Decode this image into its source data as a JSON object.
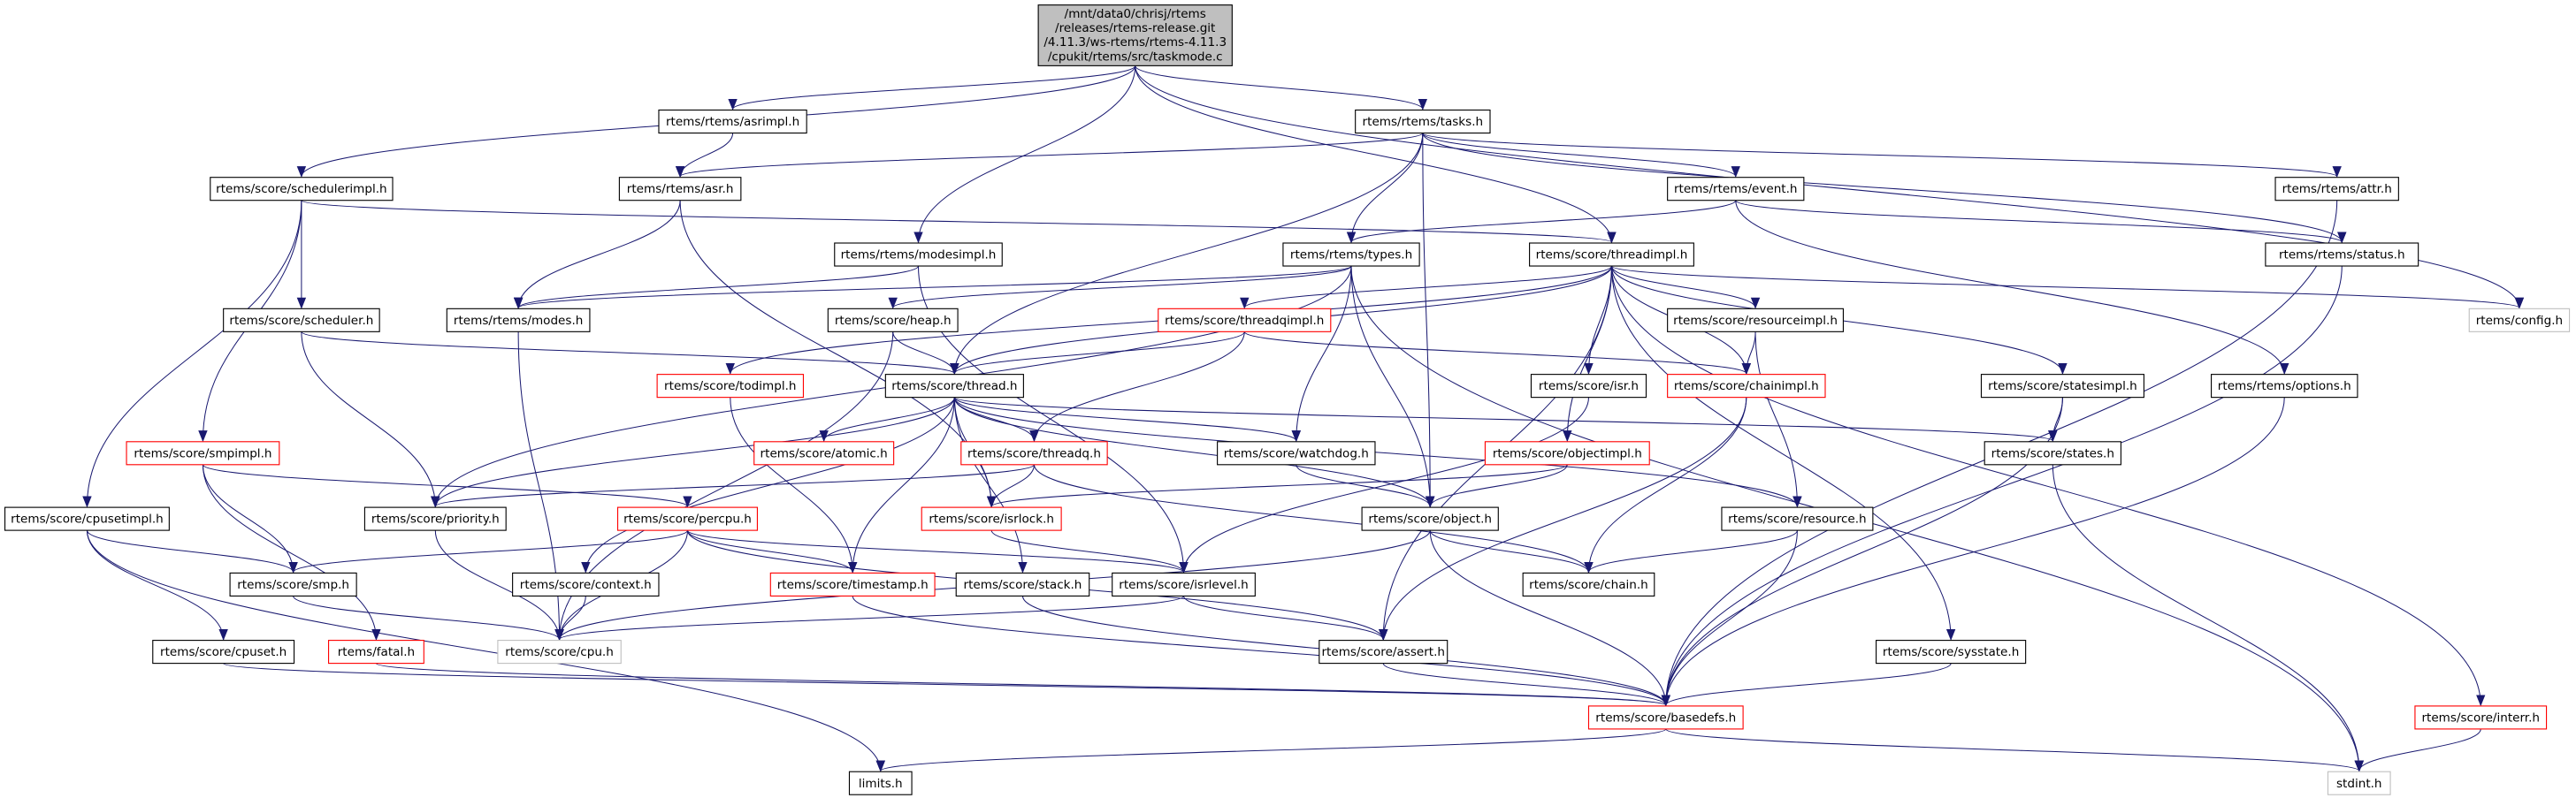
{
  "colors": {
    "edge": "#191970",
    "root_fill": "#bfbfbf",
    "red_border": "#ff0000",
    "gray_border": "#bfbfbf",
    "black_border": "#000000"
  },
  "root": {
    "id": "root",
    "label_lines": [
      "/mnt/data0/chrisj/rtems",
      "/releases/rtems-release.git",
      "/4.11.3/ws-rtems/rtems-4.11.3",
      "/cpukit/rtems/src/taskmode.c"
    ]
  },
  "nodes": [
    {
      "id": "asrimpl",
      "label": "rtems/rtems/asrimpl.h",
      "border": "black"
    },
    {
      "id": "tasks",
      "label": "rtems/rtems/tasks.h",
      "border": "black"
    },
    {
      "id": "schedulerimpl",
      "label": "rtems/score/schedulerimpl.h",
      "border": "black"
    },
    {
      "id": "asr",
      "label": "rtems/rtems/asr.h",
      "border": "black"
    },
    {
      "id": "event",
      "label": "rtems/rtems/event.h",
      "border": "black"
    },
    {
      "id": "attr",
      "label": "rtems/rtems/attr.h",
      "border": "black"
    },
    {
      "id": "modesimpl",
      "label": "rtems/rtems/modesimpl.h",
      "border": "black"
    },
    {
      "id": "types",
      "label": "rtems/rtems/types.h",
      "border": "black"
    },
    {
      "id": "threadimpl",
      "label": "rtems/score/threadimpl.h",
      "border": "black"
    },
    {
      "id": "status",
      "label": "rtems/rtems/status.h",
      "border": "black"
    },
    {
      "id": "scheduler",
      "label": "rtems/score/scheduler.h",
      "border": "black"
    },
    {
      "id": "modes",
      "label": "rtems/rtems/modes.h",
      "border": "black"
    },
    {
      "id": "heap",
      "label": "rtems/score/heap.h",
      "border": "black"
    },
    {
      "id": "threadqimpl",
      "label": "rtems/score/threadqimpl.h",
      "border": "red"
    },
    {
      "id": "resourceimpl",
      "label": "rtems/score/resourceimpl.h",
      "border": "black"
    },
    {
      "id": "config",
      "label": "rtems/config.h",
      "border": "gray"
    },
    {
      "id": "todimpl",
      "label": "rtems/score/todimpl.h",
      "border": "red"
    },
    {
      "id": "thread",
      "label": "rtems/score/thread.h",
      "border": "black"
    },
    {
      "id": "isr",
      "label": "rtems/score/isr.h",
      "border": "black"
    },
    {
      "id": "chainimpl",
      "label": "rtems/score/chainimpl.h",
      "border": "red"
    },
    {
      "id": "statesimpl",
      "label": "rtems/score/statesimpl.h",
      "border": "black"
    },
    {
      "id": "options",
      "label": "rtems/rtems/options.h",
      "border": "black"
    },
    {
      "id": "smpimpl",
      "label": "rtems/score/smpimpl.h",
      "border": "red"
    },
    {
      "id": "atomic",
      "label": "rtems/score/atomic.h",
      "border": "red"
    },
    {
      "id": "threadq",
      "label": "rtems/score/threadq.h",
      "border": "red"
    },
    {
      "id": "watchdog",
      "label": "rtems/score/watchdog.h",
      "border": "black"
    },
    {
      "id": "objectimpl",
      "label": "rtems/score/objectimpl.h",
      "border": "red"
    },
    {
      "id": "states",
      "label": "rtems/score/states.h",
      "border": "black"
    },
    {
      "id": "cpusetimpl",
      "label": "rtems/score/cpusetimpl.h",
      "border": "black"
    },
    {
      "id": "priority",
      "label": "rtems/score/priority.h",
      "border": "black"
    },
    {
      "id": "percpu",
      "label": "rtems/score/percpu.h",
      "border": "red"
    },
    {
      "id": "isrlock",
      "label": "rtems/score/isrlock.h",
      "border": "red"
    },
    {
      "id": "object",
      "label": "rtems/score/object.h",
      "border": "black"
    },
    {
      "id": "resource",
      "label": "rtems/score/resource.h",
      "border": "black"
    },
    {
      "id": "smp",
      "label": "rtems/score/smp.h",
      "border": "black"
    },
    {
      "id": "context",
      "label": "rtems/score/context.h",
      "border": "black"
    },
    {
      "id": "timestamp",
      "label": "rtems/score/timestamp.h",
      "border": "red"
    },
    {
      "id": "stack",
      "label": "rtems/score/stack.h",
      "border": "black"
    },
    {
      "id": "isrlevel",
      "label": "rtems/score/isrlevel.h",
      "border": "black"
    },
    {
      "id": "chain",
      "label": "rtems/score/chain.h",
      "border": "black"
    },
    {
      "id": "cpuset",
      "label": "rtems/score/cpuset.h",
      "border": "black"
    },
    {
      "id": "fatal",
      "label": "rtems/fatal.h",
      "border": "red"
    },
    {
      "id": "cpu",
      "label": "rtems/score/cpu.h",
      "border": "gray"
    },
    {
      "id": "assert",
      "label": "rtems/score/assert.h",
      "border": "black"
    },
    {
      "id": "sysstate",
      "label": "rtems/score/sysstate.h",
      "border": "black"
    },
    {
      "id": "basedefs",
      "label": "rtems/score/basedefs.h",
      "border": "red"
    },
    {
      "id": "interr",
      "label": "rtems/score/interr.h",
      "border": "red"
    },
    {
      "id": "limits",
      "label": "limits.h",
      "border": "black"
    },
    {
      "id": "stdint",
      "label": "stdint.h",
      "border": "gray"
    }
  ],
  "edges": [
    [
      "root",
      "schedulerimpl"
    ],
    [
      "root",
      "asrimpl"
    ],
    [
      "root",
      "modesimpl"
    ],
    [
      "root",
      "tasks"
    ],
    [
      "root",
      "threadimpl"
    ],
    [
      "root",
      "config"
    ],
    [
      "asrimpl",
      "asr"
    ],
    [
      "tasks",
      "asr"
    ],
    [
      "tasks",
      "thread"
    ],
    [
      "tasks",
      "types"
    ],
    [
      "tasks",
      "object"
    ],
    [
      "tasks",
      "event"
    ],
    [
      "tasks",
      "attr"
    ],
    [
      "tasks",
      "status"
    ],
    [
      "schedulerimpl",
      "threadimpl"
    ],
    [
      "schedulerimpl",
      "scheduler"
    ],
    [
      "schedulerimpl",
      "smpimpl"
    ],
    [
      "schedulerimpl",
      "cpusetimpl"
    ],
    [
      "asr",
      "modes"
    ],
    [
      "asr",
      "isrlock"
    ],
    [
      "event",
      "types"
    ],
    [
      "event",
      "status"
    ],
    [
      "event",
      "options"
    ],
    [
      "attr",
      "basedefs"
    ],
    [
      "modesimpl",
      "modes"
    ],
    [
      "modesimpl",
      "isrlevel"
    ],
    [
      "types",
      "modes"
    ],
    [
      "types",
      "heap"
    ],
    [
      "types",
      "priority"
    ],
    [
      "types",
      "watchdog"
    ],
    [
      "types",
      "object"
    ],
    [
      "types",
      "stdint"
    ],
    [
      "threadimpl",
      "thread"
    ],
    [
      "threadimpl",
      "threadqimpl"
    ],
    [
      "threadimpl",
      "todimpl"
    ],
    [
      "threadimpl",
      "isr"
    ],
    [
      "threadimpl",
      "chainimpl"
    ],
    [
      "threadimpl",
      "resourceimpl"
    ],
    [
      "threadimpl",
      "objectimpl"
    ],
    [
      "threadimpl",
      "statesimpl"
    ],
    [
      "threadimpl",
      "sysstate"
    ],
    [
      "threadimpl",
      "assert"
    ],
    [
      "threadimpl",
      "config"
    ],
    [
      "threadimpl",
      "interr"
    ],
    [
      "status",
      "basedefs"
    ],
    [
      "scheduler",
      "thread"
    ],
    [
      "scheduler",
      "priority"
    ],
    [
      "modes",
      "cpu"
    ],
    [
      "heap",
      "thread"
    ],
    [
      "heap",
      "cpu"
    ],
    [
      "threadqimpl",
      "thread"
    ],
    [
      "threadqimpl",
      "threadq"
    ],
    [
      "threadqimpl",
      "chainimpl"
    ],
    [
      "resourceimpl",
      "chainimpl"
    ],
    [
      "resourceimpl",
      "resource"
    ],
    [
      "todimpl",
      "timestamp"
    ],
    [
      "thread",
      "atomic"
    ],
    [
      "thread",
      "threadq"
    ],
    [
      "thread",
      "isrlock"
    ],
    [
      "thread",
      "watchdog"
    ],
    [
      "thread",
      "object"
    ],
    [
      "thread",
      "states"
    ],
    [
      "thread",
      "resource"
    ],
    [
      "thread",
      "priority"
    ],
    [
      "thread",
      "context"
    ],
    [
      "thread",
      "timestamp"
    ],
    [
      "thread",
      "stack"
    ],
    [
      "isr",
      "isrlevel"
    ],
    [
      "chainimpl",
      "chain"
    ],
    [
      "chainimpl",
      "assert"
    ],
    [
      "statesimpl",
      "states"
    ],
    [
      "statesimpl",
      "basedefs"
    ],
    [
      "options",
      "basedefs"
    ],
    [
      "smpimpl",
      "smp"
    ],
    [
      "smpimpl",
      "percpu"
    ],
    [
      "smpimpl",
      "fatal"
    ],
    [
      "threadq",
      "priority"
    ],
    [
      "threadq",
      "isrlock"
    ],
    [
      "threadq",
      "chain"
    ],
    [
      "watchdog",
      "object"
    ],
    [
      "objectimpl",
      "object"
    ],
    [
      "objectimpl",
      "isrlock"
    ],
    [
      "states",
      "stdint"
    ],
    [
      "cpusetimpl",
      "smp"
    ],
    [
      "cpusetimpl",
      "cpuset"
    ],
    [
      "cpusetimpl",
      "limits"
    ],
    [
      "percpu",
      "smp"
    ],
    [
      "percpu",
      "cpu"
    ],
    [
      "percpu",
      "timestamp"
    ],
    [
      "percpu",
      "isrlevel"
    ],
    [
      "percpu",
      "assert"
    ],
    [
      "priority",
      "cpu"
    ],
    [
      "isrlock",
      "isrlevel"
    ],
    [
      "object",
      "chain"
    ],
    [
      "object",
      "basedefs"
    ],
    [
      "object",
      "cpu"
    ],
    [
      "resource",
      "chain"
    ],
    [
      "resource",
      "basedefs"
    ],
    [
      "smp",
      "cpu"
    ],
    [
      "context",
      "cpu"
    ],
    [
      "timestamp",
      "basedefs"
    ],
    [
      "stack",
      "basedefs"
    ],
    [
      "isrlevel",
      "assert"
    ],
    [
      "isrlevel",
      "cpu"
    ],
    [
      "cpuset",
      "basedefs"
    ],
    [
      "fatal",
      "basedefs"
    ],
    [
      "assert",
      "basedefs"
    ],
    [
      "sysstate",
      "basedefs"
    ],
    [
      "basedefs",
      "limits"
    ],
    [
      "basedefs",
      "stdint"
    ],
    [
      "interr",
      "stdint"
    ]
  ]
}
